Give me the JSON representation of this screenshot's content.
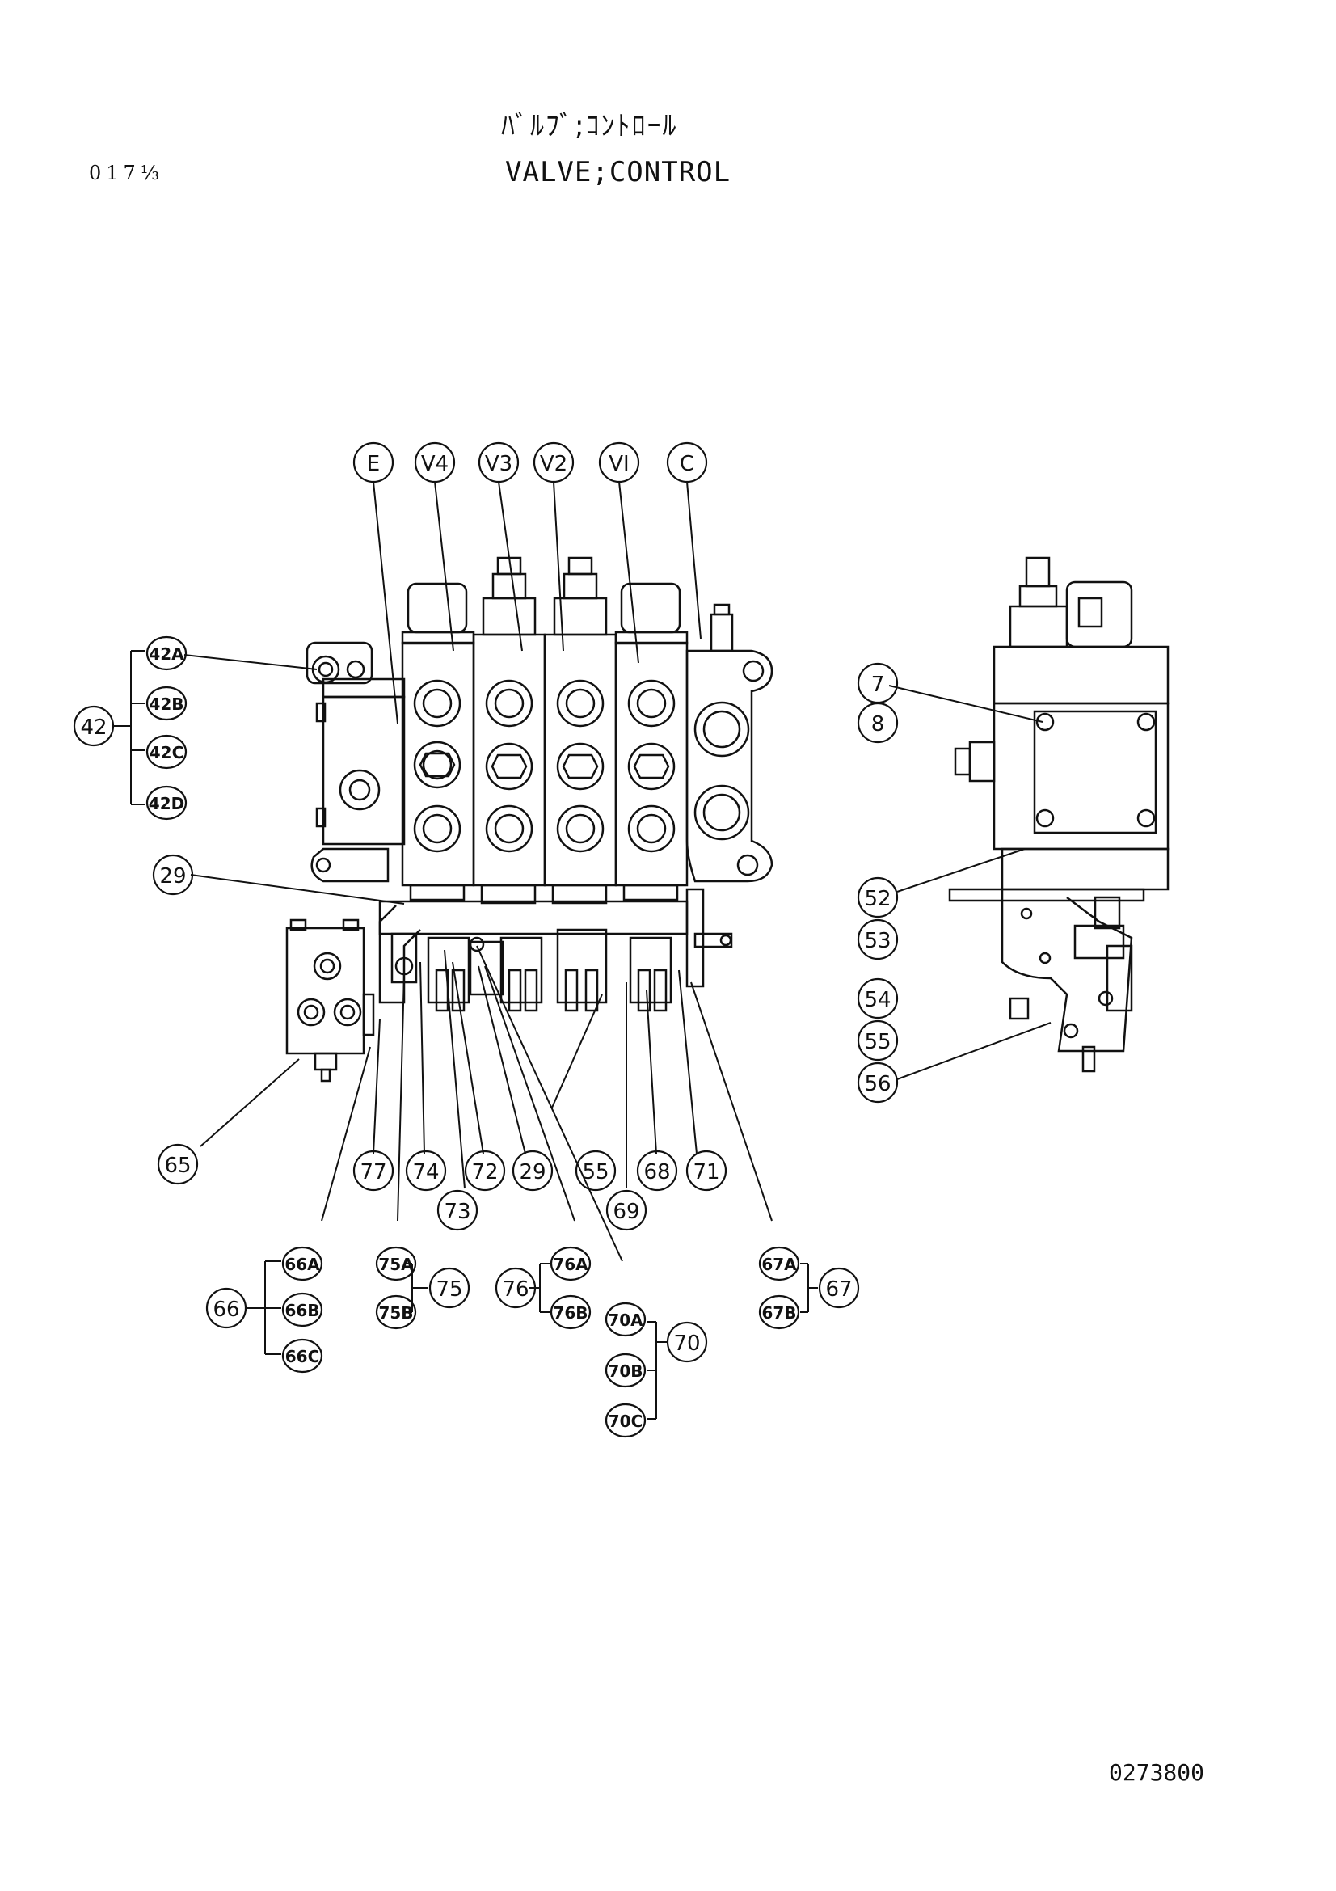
{
  "header": {
    "title_jp": "ﾊﾞﾙﾌﾞ;ｺﾝﾄﾛｰﾙ",
    "title_en": "VALVE;CONTROL",
    "page_ref": "017⅓"
  },
  "footer": {
    "doc_number": "0273800"
  },
  "callouts": {
    "c_E": "E",
    "c_V4": "V4",
    "c_V3": "V3",
    "c_V2": "V2",
    "c_V1": "VI",
    "c_C": "C",
    "c_42A": "42A",
    "c_42B": "42B",
    "c_42C": "42C",
    "c_42D": "42D",
    "c_42": "42",
    "c_29a": "29",
    "c_7": "7",
    "c_8": "8",
    "c_52": "52",
    "c_53": "53",
    "c_54": "54",
    "c_55b": "55",
    "c_56": "56",
    "c_65": "65",
    "c_77": "77",
    "c_74": "74",
    "c_72": "72",
    "c_29b": "29",
    "c_55": "55",
    "c_68": "68",
    "c_71": "71",
    "c_73": "73",
    "c_69": "69",
    "c_66A": "66A",
    "c_66B": "66B",
    "c_66C": "66C",
    "c_66": "66",
    "c_75A": "75A",
    "c_75B": "75B",
    "c_75": "75",
    "c_76": "76",
    "c_76A": "76A",
    "c_76B": "76B",
    "c_70A": "70A",
    "c_70B": "70B",
    "c_70C": "70C",
    "c_70": "70",
    "c_67A": "67A",
    "c_67B": "67B",
    "c_67": "67"
  }
}
